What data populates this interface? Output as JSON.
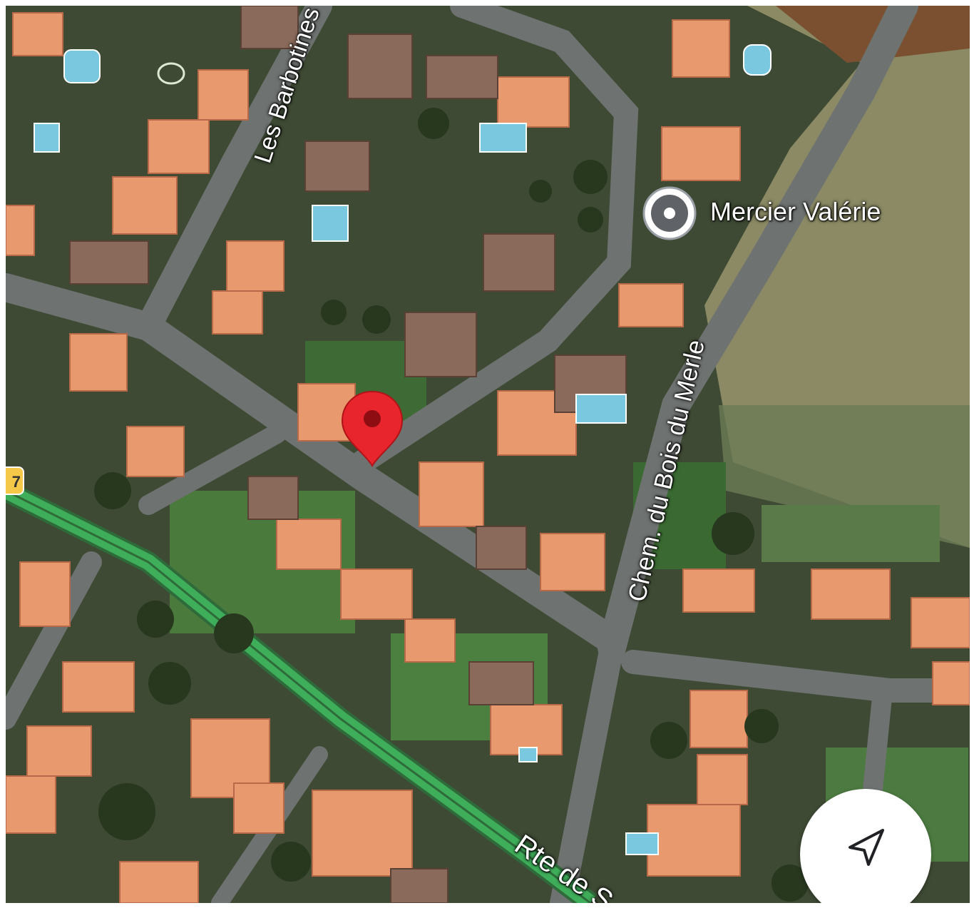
{
  "map": {
    "view": "satellite",
    "colors": {
      "route_highlight": "#3fae5a",
      "pin": "#e8242c",
      "badge": "#f6c84a"
    }
  },
  "labels": {
    "road_barbotines": "Les Barbotines",
    "road_bois_du_merle": "Chem. du Bois du Merle",
    "road_rte": "Rte de S",
    "route_badge": "7",
    "poi_name": "Mercier Valérie"
  },
  "icons": {
    "poi": "place-marker-icon",
    "pin": "red-location-pin-icon",
    "compass": "navigation-arrow-icon"
  }
}
